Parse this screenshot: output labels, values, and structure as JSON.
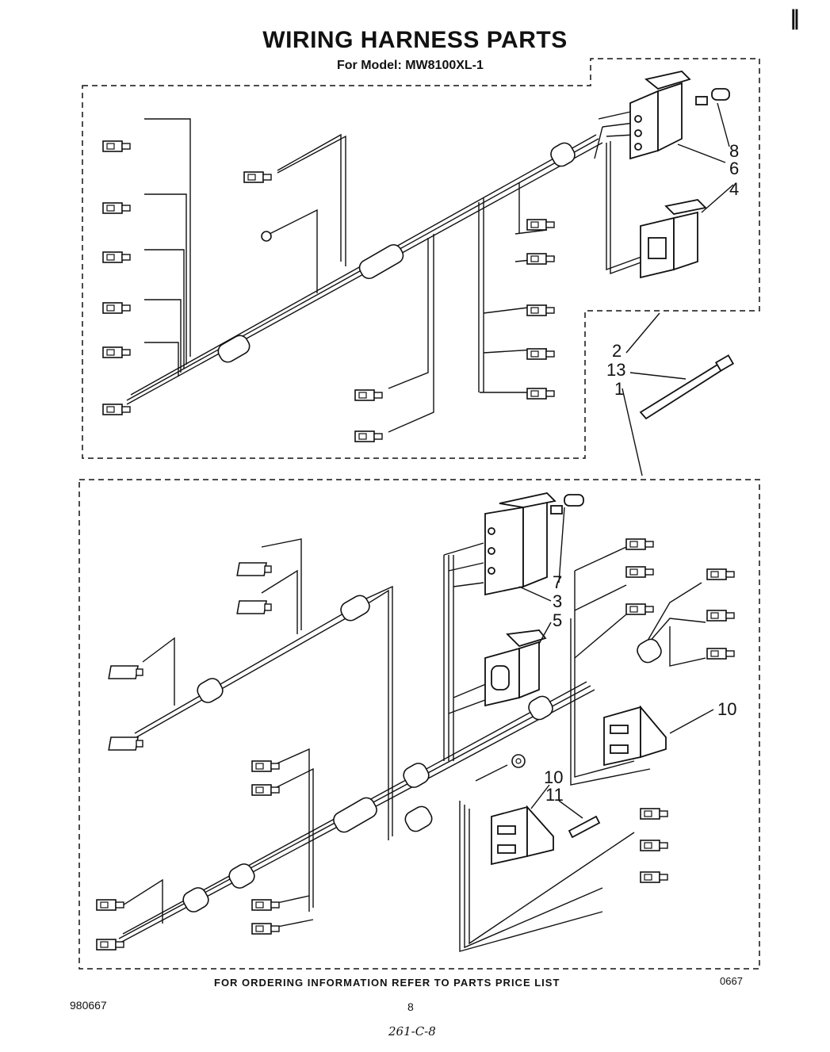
{
  "header": {
    "title": "WIRING HARNESS PARTS",
    "subtitle": "For Model: MW8100XL-1",
    "corner_mark": "‖"
  },
  "callouts": {
    "upper": [
      "8",
      "6",
      "4",
      "2",
      "13",
      "1"
    ],
    "lower": [
      "7",
      "3",
      "5",
      "10",
      "10",
      "11"
    ]
  },
  "footer": {
    "ordering_note": "FOR ORDERING INFORMATION REFER TO PARTS PRICE LIST",
    "code_right": "0667",
    "code_left": "980667",
    "page_number": "8",
    "handwritten_note": "261-C-8"
  }
}
